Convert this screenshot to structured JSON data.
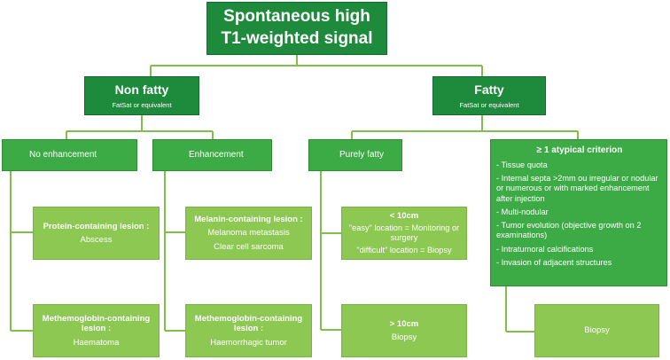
{
  "root": {
    "title": "Spontaneous high T1-weighted signal"
  },
  "non_fatty": {
    "title": "Non fatty",
    "subtitle": "FatSat or equivalent",
    "no_enhancement": {
      "label": "No enhancement",
      "protein": {
        "title": "Protein-containing lesion :",
        "detail": "Abscess"
      },
      "methemoglobin": {
        "title": "Methemoglobin-containing lesion :",
        "detail": "Haematoma"
      }
    },
    "enhancement": {
      "label": "Enhancement",
      "melanin": {
        "title": "Melanin-containing lesion :",
        "detail_1": "Melanoma metastasis",
        "detail_2": "Clear cell sarcoma"
      },
      "methemoglobin": {
        "title": "Methemoglobin-containing lesion :",
        "detail": "Haemorrhagic tumor"
      }
    }
  },
  "fatty": {
    "title": "Fatty",
    "subtitle": "FatSat or equivalent",
    "purely_fatty": {
      "label": "Purely fatty",
      "small": {
        "title": "< 10cm",
        "easy": "\"easy\" location = Monitoring or surgery",
        "difficult": "\"difficult\" location = Biopsy"
      },
      "large": {
        "title": "> 10cm",
        "detail": "Biopsy"
      }
    },
    "atypical": {
      "title": "≥ 1 atypical criterion",
      "criteria": [
        "Tissue quota",
        "Internal septa >2mm ou irregular or nodular or numerous or with marked enhancement after injection",
        "Multi-nodular",
        "Tumor evolution (objective growth on 2 examinations)",
        "Intratumoral calcifications",
        "Invasion of adjacent structures"
      ],
      "result": "Biopsy"
    }
  },
  "colors": {
    "dark_green": "#1e8a3c",
    "mid_green": "#3dab45",
    "light_green": "#8cc852",
    "connector": "#7fbf4a"
  }
}
